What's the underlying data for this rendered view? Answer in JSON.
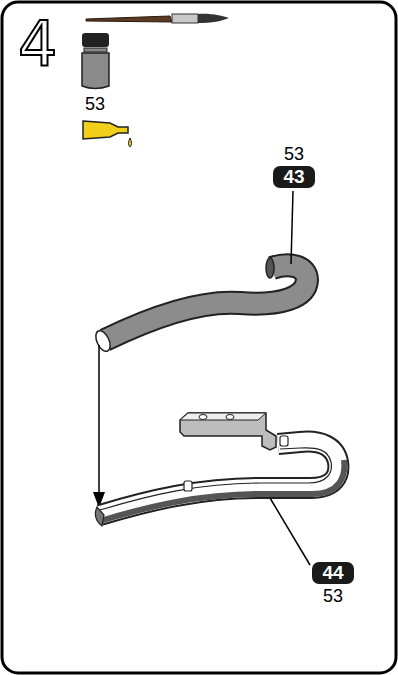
{
  "diagram": {
    "nodes": [
      {
        "text": [
          "53",
          "43"
        ]
      },
      {
        "text": [
          "44",
          "53"
        ]
      }
    ],
    "labels": [
      "4",
      "53"
    ]
  }
}
